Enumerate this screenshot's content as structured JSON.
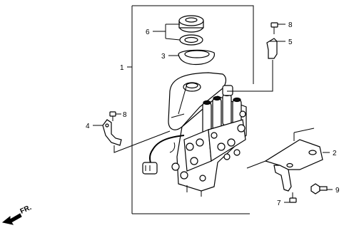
{
  "callouts": {
    "c1": "1",
    "c2": "2",
    "c3": "3",
    "c4": "4",
    "c5": "5",
    "c6": "6",
    "c7": "7",
    "c8a": "8",
    "c8b": "8",
    "c9": "9"
  },
  "direction_label": "FR."
}
